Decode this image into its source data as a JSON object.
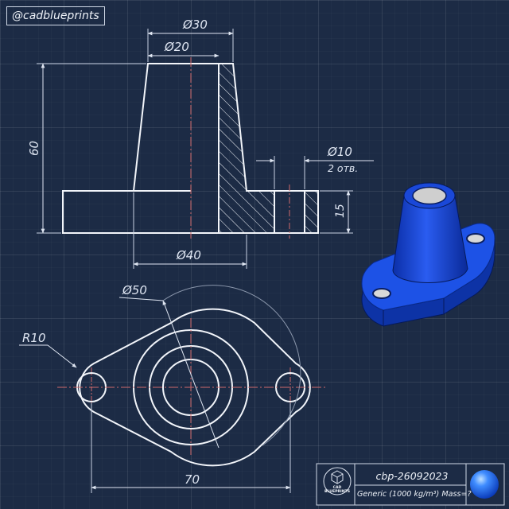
{
  "channel": {
    "handle": "@cadblueprints"
  },
  "front_view": {
    "dim_top_outer": "Ø30",
    "dim_top_inner": "Ø20",
    "dim_height": "60",
    "dim_hole": "Ø10",
    "dim_hole_count": "2 отв.",
    "dim_flange_thickness": "15",
    "dim_base": "Ø40"
  },
  "top_view": {
    "dim_outer": "Ø50",
    "dim_radius": "R10",
    "dim_length": "70"
  },
  "title_block": {
    "code": "cbp-26092023",
    "material": "Generic (1000 kg/m³) Mass=?",
    "logo_top": "CAD",
    "logo_bottom": "BLUEPRINTS"
  },
  "colors": {
    "background": "#1c2b45",
    "line": "#f2f5fa",
    "centerline": "#d06a6a",
    "model_blue": "#1546d6"
  }
}
